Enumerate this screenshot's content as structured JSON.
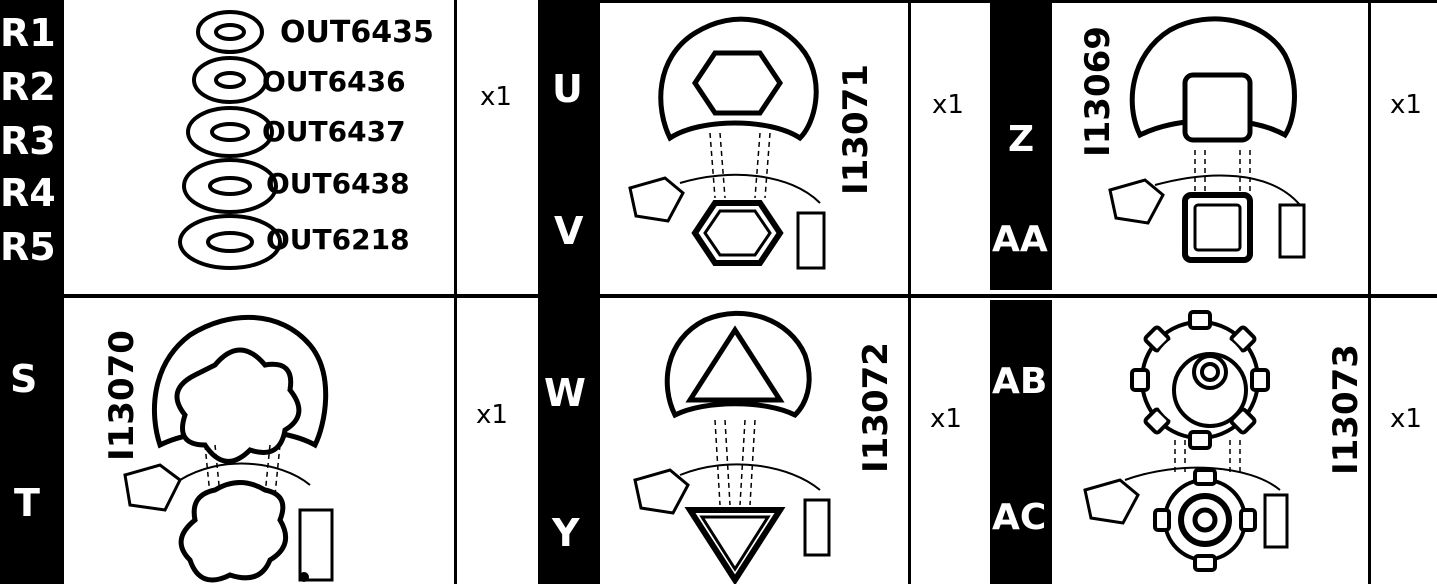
{
  "panels": {
    "r": {
      "labels": [
        "R1",
        "R2",
        "R3",
        "R4",
        "R5"
      ],
      "codes": [
        "OUT6435",
        "OUT6436",
        "OUT6437",
        "OUT6438",
        "OUT6218"
      ],
      "qty": "x1"
    },
    "st": {
      "labels": [
        "S",
        "T"
      ],
      "code": "I13070",
      "qty": "x1"
    },
    "uv": {
      "labels": [
        "U",
        "V"
      ],
      "code": "I13071",
      "qty": "x1"
    },
    "wy": {
      "labels": [
        "W",
        "Y"
      ],
      "code": "I13072",
      "qty": "x1"
    },
    "zaa": {
      "labels": [
        "Z",
        "AA"
      ],
      "code": "I13069",
      "qty": "x1"
    },
    "abac": {
      "labels": [
        "AB",
        "AC"
      ],
      "code": "I13073",
      "qty": "x1"
    }
  }
}
